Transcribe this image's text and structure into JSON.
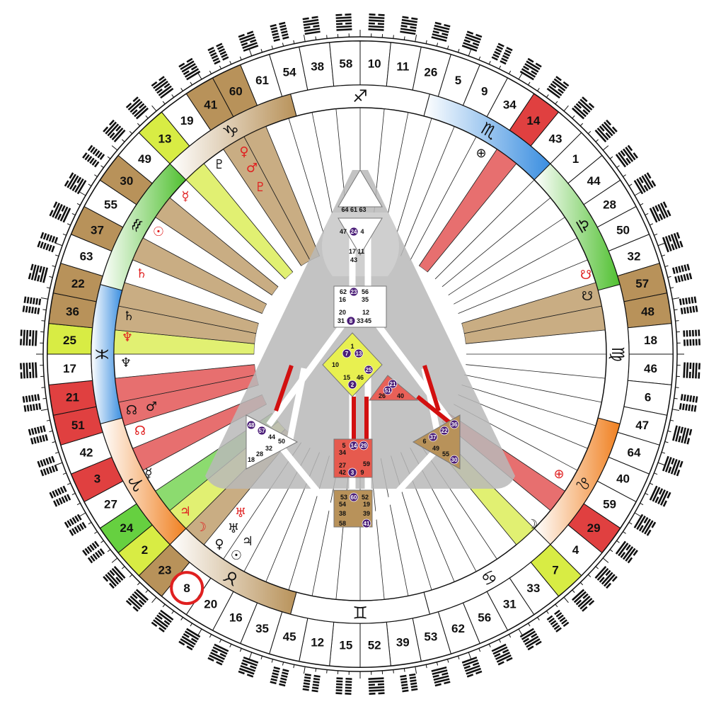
{
  "wheel": {
    "gates_clockwise_from_top": [
      10,
      11,
      26,
      5,
      9,
      34,
      14,
      43,
      1,
      44,
      28,
      50,
      32,
      57,
      48,
      18,
      46,
      6,
      47,
      64,
      40,
      59,
      29,
      4,
      7,
      33,
      31,
      56,
      62,
      53,
      39,
      52,
      15,
      12,
      45,
      35,
      16,
      20,
      8,
      23,
      2,
      24,
      27,
      3,
      42,
      51,
      21,
      17,
      25,
      36,
      22,
      63,
      37,
      55,
      30,
      49,
      13,
      19,
      41,
      60,
      61,
      54,
      38,
      58
    ],
    "highlighted_gates": [
      {
        "gate": 14,
        "color": "#e04040"
      },
      {
        "gate": 57,
        "color": "#b8925a"
      },
      {
        "gate": 48,
        "color": "#b8925a"
      },
      {
        "gate": 29,
        "color": "#e04040"
      },
      {
        "gate": 7,
        "color": "#d8ec44"
      },
      {
        "gate": 23,
        "color": "#b8925a"
      },
      {
        "gate": 2,
        "color": "#d8ec44"
      },
      {
        "gate": 24,
        "color": "#66d040"
      },
      {
        "gate": 3,
        "color": "#e04040"
      },
      {
        "gate": 51,
        "color": "#e04040"
      },
      {
        "gate": 21,
        "color": "#e04040"
      },
      {
        "gate": 25,
        "color": "#d8ec44"
      },
      {
        "gate": 36,
        "color": "#b8925a"
      },
      {
        "gate": 22,
        "color": "#b8925a"
      },
      {
        "gate": 37,
        "color": "#b8925a"
      },
      {
        "gate": 30,
        "color": "#b8925a"
      },
      {
        "gate": 13,
        "color": "#d8ec44"
      },
      {
        "gate": 41,
        "color": "#b8925a"
      },
      {
        "gate": 60,
        "color": "#b8925a"
      }
    ],
    "circled_gate": 8,
    "circle_color": "#e02020",
    "zodiac_signs": [
      {
        "symbol": "♐",
        "color": "#ffffff"
      },
      {
        "symbol": "♏",
        "color": "#3a8ee0"
      },
      {
        "symbol": "♎",
        "color": "#50c030"
      },
      {
        "symbol": "♍",
        "color": "#ffffff"
      },
      {
        "symbol": "♌",
        "color": "#f08020"
      },
      {
        "symbol": "♋",
        "color": "#ffffff"
      },
      {
        "symbol": "♊",
        "color": "#ffffff"
      },
      {
        "symbol": "♉",
        "color": "#b8925a"
      },
      {
        "symbol": "♈",
        "color": "#f08020"
      },
      {
        "symbol": "♓",
        "color": "#3a8ee0"
      },
      {
        "symbol": "♒",
        "color": "#50c030"
      },
      {
        "symbol": "♑",
        "color": "#b8925a"
      }
    ],
    "planets": {
      "top_left_1": "♀",
      "top_left_2": "♂",
      "top_left_3": "♇",
      "top_left_4": "♇",
      "left_1": "☿",
      "left_2": "☉",
      "left_3": "♄",
      "left_4": "♄",
      "left_5": "♆",
      "left_6": "♆",
      "left_7": "☊",
      "left_8": "♂",
      "left_9": "☊",
      "left_10": "☿",
      "bottom_1": "♃",
      "bottom_2": "☽",
      "bottom_3": "♅",
      "bottom_4": "♅",
      "bottom_5": "♀",
      "bottom_6": "♃",
      "bottom_7": "☉",
      "right_1": "⊕",
      "right_2": "☋",
      "right_3": "☋",
      "right_4": "⊕",
      "right_5": "☽"
    }
  },
  "bodygraph": {
    "head": [
      "64 61 63"
    ],
    "ajna": [
      "47",
      "24",
      "4",
      "17 11",
      "43"
    ],
    "throat": [
      "62",
      "23",
      "56",
      "16",
      "35",
      "20",
      "12",
      "31",
      "8",
      "33",
      "45"
    ],
    "g_center": [
      "1",
      "7",
      "13",
      "10",
      "25",
      "15",
      "46",
      "2"
    ],
    "ego": [
      "21",
      "51",
      "26",
      "40"
    ],
    "spleen": [
      "48",
      "57",
      "44",
      "50",
      "32",
      "28",
      "18"
    ],
    "sacral": [
      "5",
      "14",
      "29",
      "34",
      "59",
      "27",
      "42",
      "3",
      "9"
    ],
    "solar": [
      "36",
      "22",
      "37",
      "6",
      "49",
      "55",
      "30"
    ],
    "root": [
      "53",
      "60",
      "52",
      "54",
      "19",
      "38",
      "39",
      "58",
      "41"
    ]
  }
}
